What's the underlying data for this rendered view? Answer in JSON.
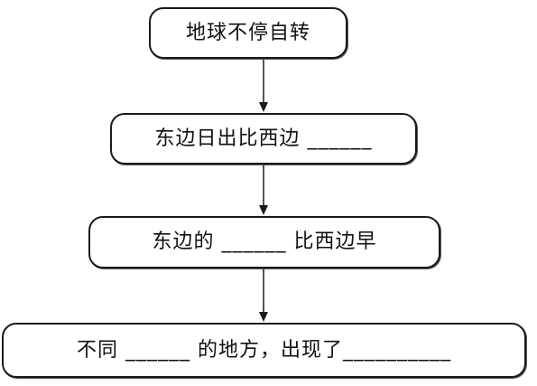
{
  "nodes": [
    {
      "text": "地球不停自转"
    },
    {
      "text": "东边日出比西边 ______"
    },
    {
      "text": "东边的 ______ 比西边早"
    },
    {
      "text": "不同 ______ 的地方，出现了__________"
    }
  ]
}
